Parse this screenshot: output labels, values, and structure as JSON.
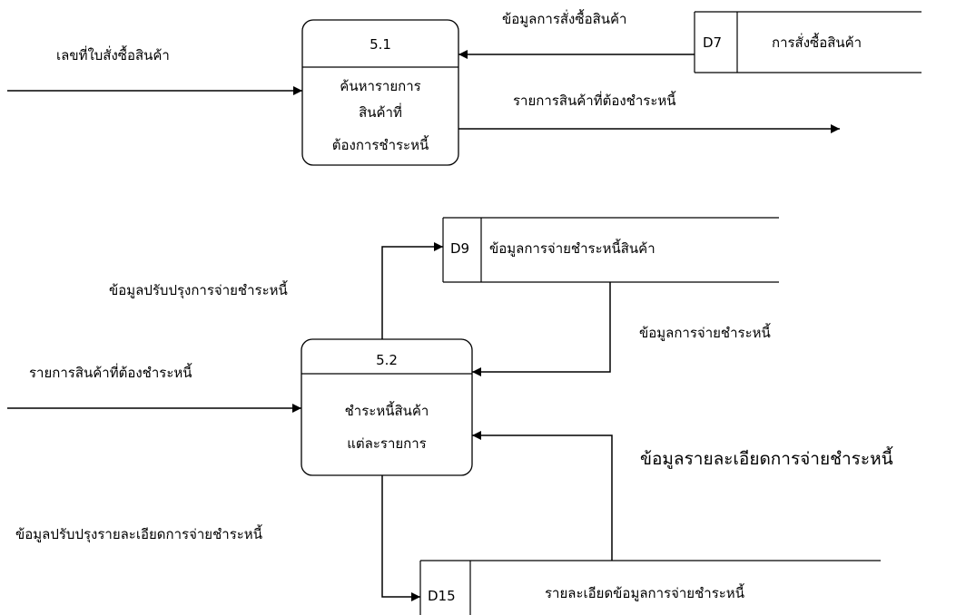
{
  "processes": [
    {
      "id": "5.1",
      "lines": [
        "ค้นหารายการ",
        "สินค้าที่",
        "ต้องการชำระหนี้"
      ]
    },
    {
      "id": "5.2",
      "lines": [
        "ชำระหนี้สินค้า",
        "แต่ละรายการ"
      ]
    }
  ],
  "stores": [
    {
      "id": "D7",
      "name": "การสั่งซื้อสินค้า"
    },
    {
      "id": "D9",
      "name": "ข้อมูลการจ่ายชำระหนี้สินค้า"
    },
    {
      "id": "D15",
      "name": "รายละเอียดข้อมูลการจ่ายชำระหนี้"
    }
  ],
  "flows": {
    "invoice_no_in": "เลขที่ใบสั่งซื้อสินค้า",
    "order_data": "ข้อมูลการสั่งซื้อสินค้า",
    "items_to_pay_out": "รายการสินค้าที่ต้องชำระหนี้",
    "update_payment": "ข้อมูลปรับปรุงการจ่ายชำระหนี้",
    "payment_data": "ข้อมูลการจ่ายชำระหนี้",
    "items_to_pay_in": "รายการสินค้าที่ต้องชำระหนี้",
    "payment_detail": "ข้อมูลรายละเอียดการจ่ายชำระหนี้",
    "update_payment_detail": "ข้อมูลปรับปรุงรายละเอียดการจ่ายชำระหนี้"
  }
}
